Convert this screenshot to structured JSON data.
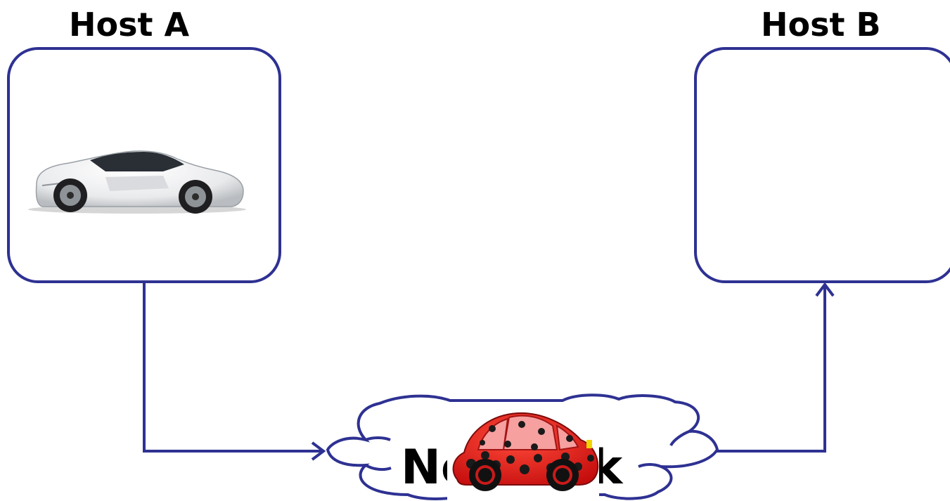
{
  "hosts": {
    "a": {
      "title": "Host A"
    },
    "b": {
      "title": "Host B"
    }
  },
  "network": {
    "label_visible_prefix": "Ne",
    "label_visible_suffix": "k"
  },
  "colors": {
    "outline": "#2e3192",
    "text": "#000000",
    "ladybug_red": "#e01b1b",
    "ladybug_spots": "#1a1a1a"
  },
  "icons": {
    "host_a_content": "white-sports-car-image",
    "network_vehicle": "ladybug-car-image"
  }
}
